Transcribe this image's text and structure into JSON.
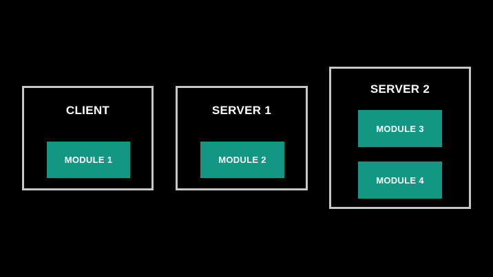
{
  "colors": {
    "background": "#000000",
    "box_border": "#c8c8c8",
    "module_fill": "#139784",
    "text": "#ffffff"
  },
  "nodes": [
    {
      "title": "CLIENT",
      "modules": [
        "MODULE 1"
      ]
    },
    {
      "title": "SERVER 1",
      "modules": [
        "MODULE 2"
      ]
    },
    {
      "title": "SERVER 2",
      "modules": [
        "MODULE 3",
        "MODULE 4"
      ]
    }
  ]
}
